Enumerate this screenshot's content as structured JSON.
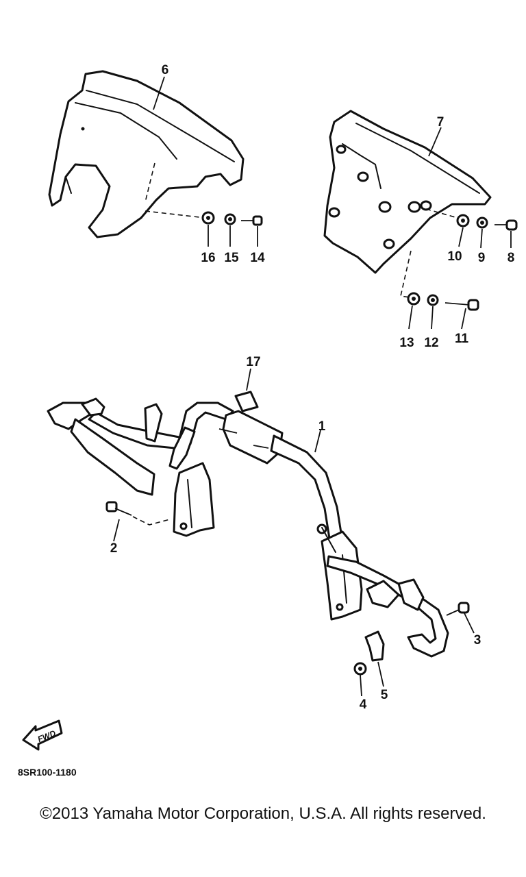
{
  "callouts": {
    "p1": "1",
    "p2": "2",
    "p3": "3",
    "p4": "4",
    "p5": "5",
    "p6": "6",
    "p7": "7",
    "p8": "8",
    "p9": "9",
    "p10": "10",
    "p11": "11",
    "p12": "12",
    "p13": "13",
    "p14": "14",
    "p15": "15",
    "p16": "16",
    "p17": "17"
  },
  "fwd_label": "FWD",
  "diagram_code": "8SR100-1180",
  "copyright": "©2013 Yamaha Motor Corporation, U.S.A. All rights reserved."
}
